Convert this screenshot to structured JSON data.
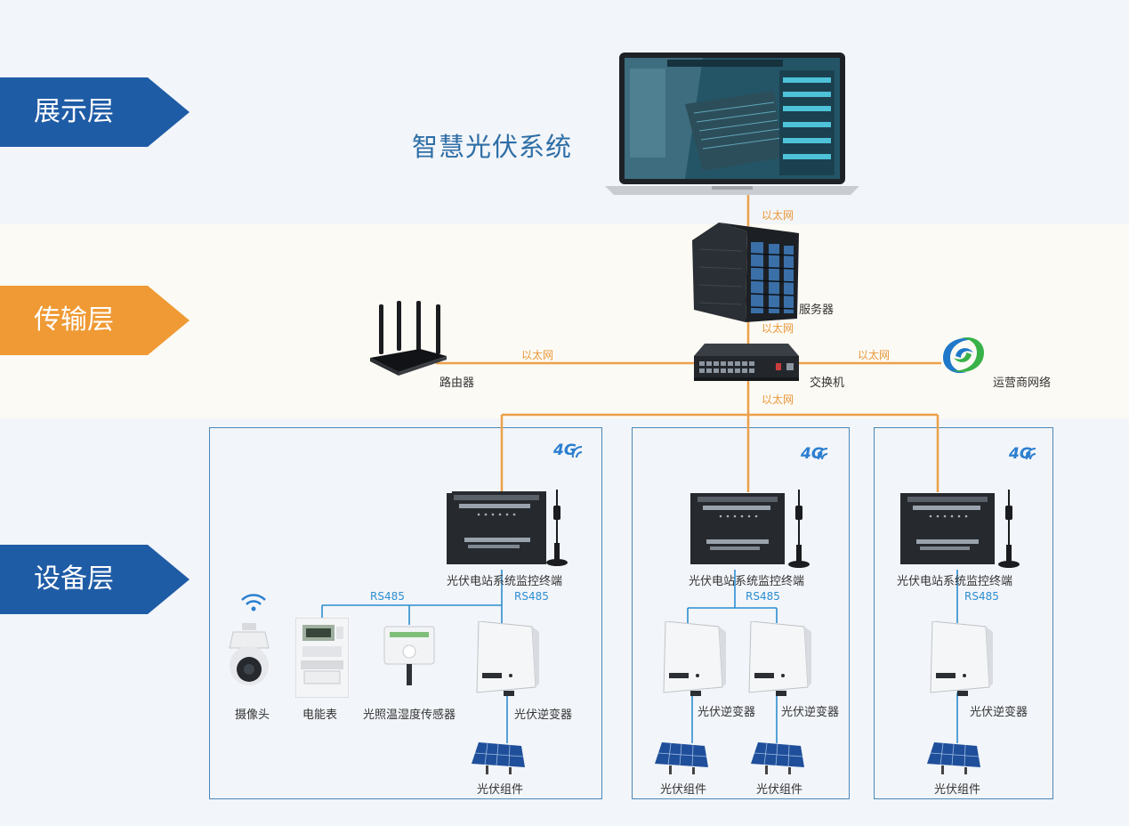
{
  "layers": {
    "display": {
      "label": "展示层",
      "color": "#1f5ca6"
    },
    "transport": {
      "label": "传输层",
      "color": "#ef9a34"
    },
    "device": {
      "label": "设备层",
      "color": "#1f5ca6"
    }
  },
  "system_title": "智慧光伏系统",
  "network": {
    "ethernet": "以太网",
    "rs485": "RS485",
    "server": "服务器",
    "router": "路由器",
    "switch": "交换机",
    "operator": "运营商网络"
  },
  "devices": {
    "terminal": "光伏电站系统监控终端",
    "badge_4g": "4G",
    "camera": "摄像头",
    "meter": "电能表",
    "sensor": "光照温湿度传感器",
    "inverter": "光伏逆变器",
    "module": "光伏组件"
  },
  "colors": {
    "orange_line": "#eca04a",
    "blue_line": "#2c8dd0",
    "box_border": "#4a87b8"
  }
}
